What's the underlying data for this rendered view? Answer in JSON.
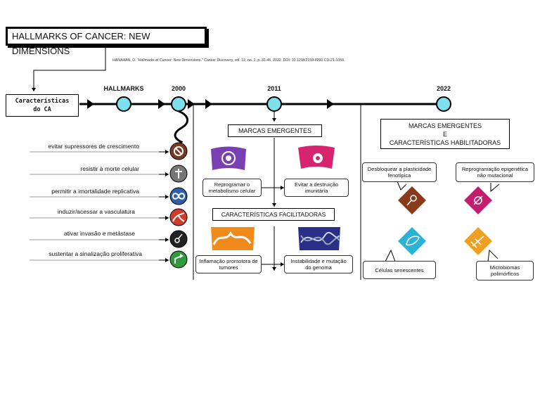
{
  "title": "HALLMARKS OF CANCER: NEW DIMENSIONS",
  "citation": "HANAHAN, D. \"Hallmarks of Cancer: New Dimensions.\" Cancer Discovery, vol. 12, no. 1, p. 31-46, 2022. DOI: 10.1158/2159-8290.CD-21-1059.",
  "start_box": "Características\ndo CA",
  "timeline": {
    "hallmarks_label": "HALLMARKS",
    "years": [
      "2000",
      "2011",
      "2022"
    ]
  },
  "hallmarks": [
    {
      "label": "evitar supressores de crescimento",
      "icon": "no-entry-icon",
      "color": "#7a3a22"
    },
    {
      "label": "resistir à morte celular",
      "icon": "cross-icon",
      "color": "#777777"
    },
    {
      "label": "permitir a imortalidade replicativa",
      "icon": "infinity-icon",
      "color": "#2f5fa8"
    },
    {
      "label": "induzir/acessar a vasculatura",
      "icon": "vessel-icon",
      "color": "#d23a2a"
    },
    {
      "label": "ativar invasão e metástase",
      "icon": "spread-icon",
      "color": "#222222"
    },
    {
      "label": "sustentar a sinalização proliferativa",
      "icon": "arrow-up-icon",
      "color": "#2e9a3c"
    }
  ],
  "section_2011": {
    "emerging_title": "MARCAS EMERGENTES",
    "emerging": [
      "Reprogramar o\nmetabolismo celular",
      "Evitar a destruição\nimunitária"
    ],
    "enabling_title": "CARACTERÍSTICAS FACILITADORAS",
    "enabling": [
      "Inflamação promotora de\ntumores",
      "Instabilidade e mutação\ndo genoma"
    ]
  },
  "section_2022": {
    "title": "MARCAS EMERGENTES\nE\nCARACTERÍSTICAS HABILITADORAS",
    "items": [
      "Desbloquear a plasticidade\nfenotípica",
      "Reprogramação epigenética\nnão mutacional",
      "Células senescentes",
      "Microbiomas\npolimórficos"
    ]
  },
  "colors": {
    "node": "#7ee0ec",
    "metabolism": "#7a3fb2",
    "immune": "#d6256e",
    "inflammation": "#f08a1a",
    "genome": "#2a2f8a",
    "plasticity": "#8a3a1a",
    "epigenetic": "#c21e6f",
    "senescent": "#2bb3d6",
    "microbiome": "#f0a020"
  }
}
